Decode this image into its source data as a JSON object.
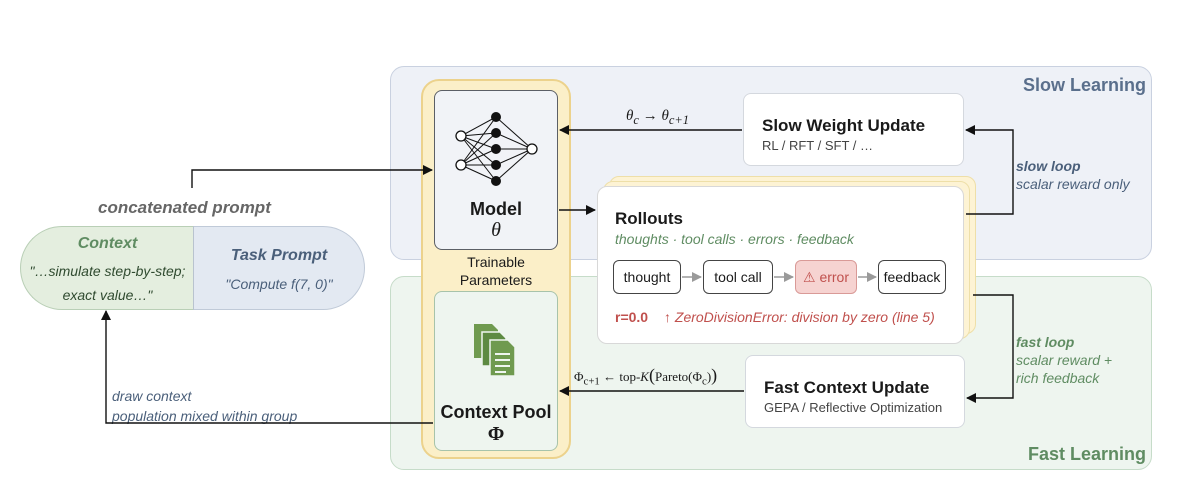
{
  "regions": {
    "slow_learning": "Slow Learning",
    "fast_learning": "Fast Learning"
  },
  "concatenated_prompt": "concatenated prompt",
  "context": {
    "title": "Context",
    "line1": "\"…simulate step-by-step;",
    "line2": "exact value…\""
  },
  "task_prompt": {
    "title": "Task Prompt",
    "text": "\"Compute f(7, 0)\""
  },
  "model": {
    "title": "Model",
    "symbol": "θ"
  },
  "trainable_parameters": {
    "line1": "Trainable",
    "line2": "Parameters"
  },
  "context_pool": {
    "title": "Context Pool",
    "symbol": "Φ"
  },
  "slow_weight_update": {
    "title": "Slow Weight Update",
    "subtitle": "RL / RFT / SFT / …"
  },
  "fast_context_update": {
    "title": "Fast Context Update",
    "subtitle": "GEPA / Reflective Optimization"
  },
  "theta_update": {
    "left": "θ",
    "left_sub": "c",
    "arrow": " → ",
    "right": "θ",
    "right_sub": "c+1"
  },
  "phi_update": {
    "lhs": "Φ",
    "lhs_sub": "c+1",
    "arrow": " ← ",
    "op": "top-",
    "k": "K",
    "inner": "Pareto(Φ",
    "inner_sub": "c",
    "close": ")"
  },
  "rollouts": {
    "title": "Rollouts",
    "subtitle": "thoughts · tool calls · errors · feedback",
    "steps": [
      "thought",
      "tool call",
      "⚠ error",
      "feedback"
    ],
    "reward": "r=0.0",
    "error_message": "↑ ZeroDivisionError: division by zero (line 5)"
  },
  "slow_loop": {
    "title": "slow loop",
    "desc": "scalar reward only"
  },
  "fast_loop": {
    "title": "fast loop",
    "desc1": "scalar reward +",
    "desc2": "rich feedback"
  },
  "draw_context": {
    "line1": "draw context",
    "line2": "population mixed within group"
  },
  "colors": {
    "slow_accent": "#5a6f8c",
    "fast_accent": "#5f8c62",
    "trainable_fill": "#fbefc8",
    "error": "#c0504d",
    "pool_icon": "#6f9a4f"
  },
  "icons": {
    "model": "neural-network-icon",
    "pool": "documents-stack-icon"
  }
}
